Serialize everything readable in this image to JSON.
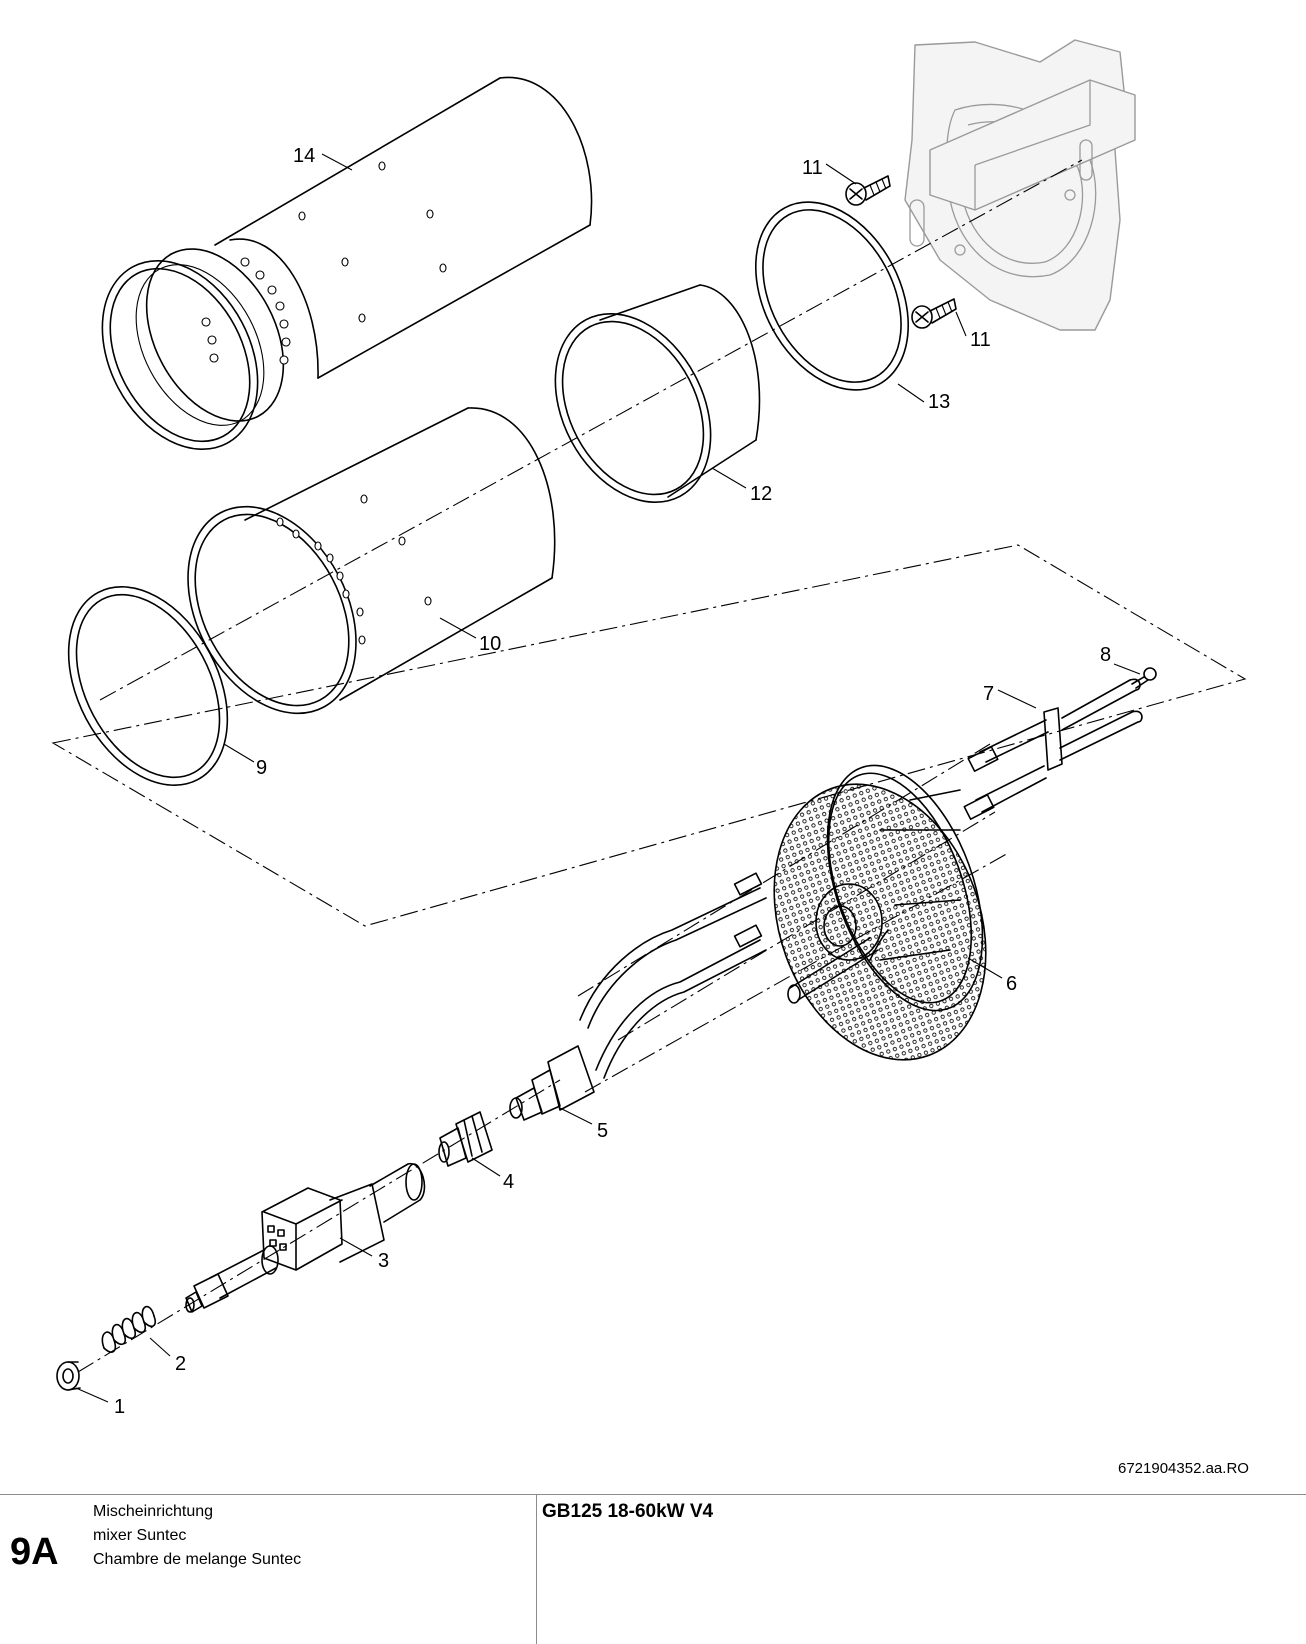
{
  "diagram": {
    "callouts": [
      "1",
      "2",
      "3",
      "4",
      "5",
      "6",
      "7",
      "8",
      "9",
      "10",
      "11",
      "11",
      "12",
      "13",
      "14"
    ],
    "drawing_reference": "6721904352.aa.RO"
  },
  "footer": {
    "section_number": "9A",
    "names": [
      "Mischeinrichtung",
      "mixer Suntec",
      "Chambre de melange Suntec"
    ],
    "model": "GB125 18-60kW V4"
  }
}
